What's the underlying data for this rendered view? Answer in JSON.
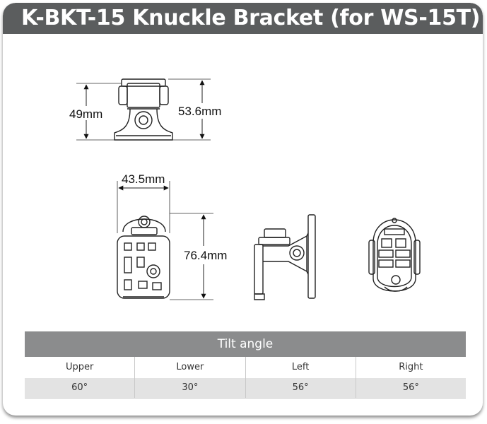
{
  "title": "K-BKT-15 Knuckle Bracket (for WS-15T)",
  "dimensions": {
    "height_a": "49mm",
    "height_b": "53.6mm",
    "width": "43.5mm",
    "length": "76.4mm"
  },
  "tilt_table": {
    "heading": "Tilt angle",
    "columns": [
      "Upper",
      "Lower",
      "Left",
      "Right"
    ],
    "values": [
      "60°",
      "30°",
      "56°",
      "56°"
    ]
  }
}
